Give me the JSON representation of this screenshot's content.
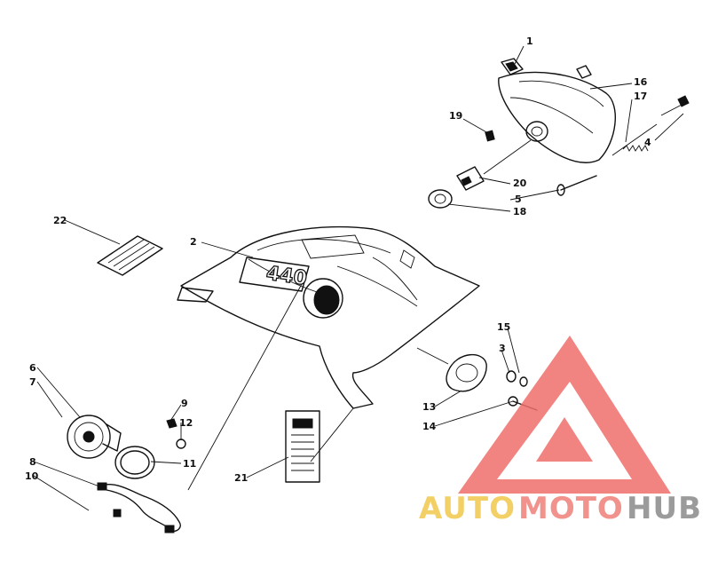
{
  "diagram": {
    "part_callouts": [
      {
        "id": "callout-1",
        "text": "1"
      },
      {
        "id": "callout-16",
        "text": "16"
      },
      {
        "id": "callout-17",
        "text": "17"
      },
      {
        "id": "callout-19",
        "text": "19"
      },
      {
        "id": "callout-4",
        "text": "4"
      },
      {
        "id": "callout-20",
        "text": "20"
      },
      {
        "id": "callout-5",
        "text": "5"
      },
      {
        "id": "callout-18",
        "text": "18"
      },
      {
        "id": "callout-22",
        "text": "22"
      },
      {
        "id": "callout-2",
        "text": "2"
      },
      {
        "id": "callout-15",
        "text": "15"
      },
      {
        "id": "callout-3",
        "text": "3"
      },
      {
        "id": "callout-13",
        "text": "13"
      },
      {
        "id": "callout-14",
        "text": "14"
      },
      {
        "id": "callout-6",
        "text": "6"
      },
      {
        "id": "callout-7",
        "text": "7"
      },
      {
        "id": "callout-9",
        "text": "9"
      },
      {
        "id": "callout-12",
        "text": "12"
      },
      {
        "id": "callout-11",
        "text": "11"
      },
      {
        "id": "callout-8",
        "text": "8"
      },
      {
        "id": "callout-10",
        "text": "10"
      },
      {
        "id": "callout-21",
        "text": "21"
      }
    ],
    "hood_badge": "440"
  },
  "watermark": {
    "word_auto": "AUTO",
    "word_moto": "MOTO",
    "word_hub": "HUB",
    "colors": {
      "auto": "#f2c84b",
      "moto": "#ef7f7a",
      "hub": "#8a8a8a",
      "triangle": "#ef6f6a"
    }
  }
}
